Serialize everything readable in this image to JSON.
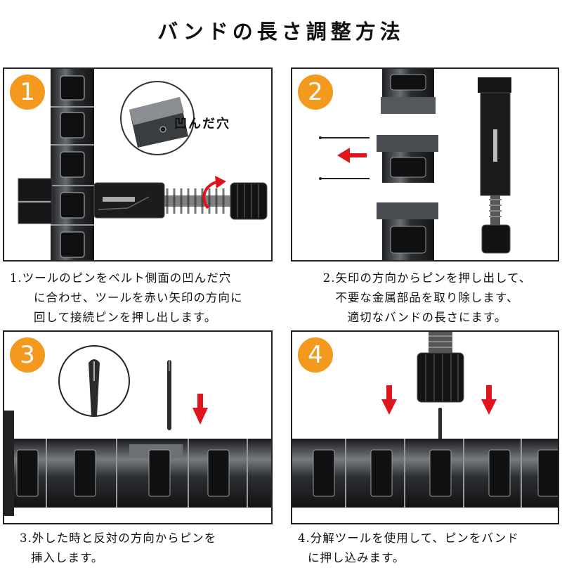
{
  "title": "バンドの長さ調整方法",
  "steps": [
    {
      "badge": "1",
      "callout": "凹んだ穴",
      "caption": [
        "1.ツールのピンをベルト側面の凹んだ穴",
        "に合わせ、ツールを赤い矢印の方向に",
        "回して接続ピンを押し出します。"
      ]
    },
    {
      "badge": "2",
      "caption": [
        "2.矢印の方向からピンを押し出して、",
        "不要な金属部品を取り除します、",
        "適切なバンドの長さにます。"
      ]
    },
    {
      "badge": "3",
      "caption": [
        "3.外した時と反対の方向からピンを",
        "挿入します。"
      ]
    },
    {
      "badge": "4",
      "caption": [
        "4.分解ツールを使用して、ピンをバンド",
        "に押し込みます。"
      ]
    }
  ],
  "colors": {
    "badge": "#f39a1e",
    "arrow": "#e0141c",
    "metal": "#2a2d30"
  }
}
